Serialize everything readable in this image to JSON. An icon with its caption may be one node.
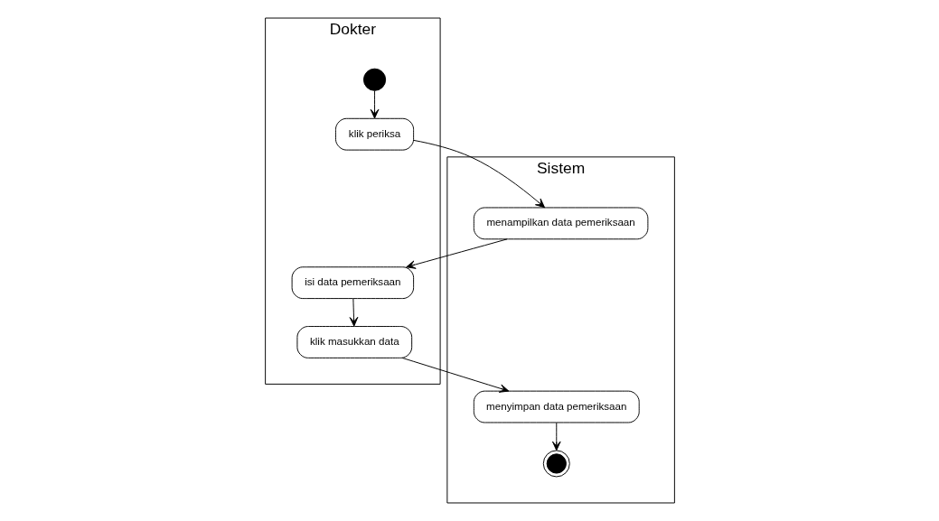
{
  "diagram": {
    "nodes": [
      {
        "text": [
          "Dokter"
        ]
      },
      {
        "text": [],
        "shape": "circle",
        "in": 0
      },
      {
        "text": [
          "klik periksa"
        ],
        "in": 0
      },
      {
        "text": [
          "isi data pemeriksaan"
        ],
        "in": 0
      },
      {
        "text": [
          "klik masukkan data"
        ],
        "in": 0
      },
      {
        "text": [
          "Sistem"
        ]
      },
      {
        "text": [
          "menampilkan data pemeriksaan"
        ],
        "in": 5
      },
      {
        "text": [
          "menyimpan data pemeriksaan"
        ],
        "in": 5
      },
      {
        "text": [],
        "shape": "bullseye",
        "in": 5
      }
    ],
    "edges": [
      {
        "from": 1,
        "to": 2,
        "arrow": "to"
      },
      {
        "from": 2,
        "to": 6,
        "arrow": "to"
      },
      {
        "from": 6,
        "to": 3,
        "arrow": "to"
      },
      {
        "from": 3,
        "to": 4,
        "arrow": "to"
      },
      {
        "from": 4,
        "to": 7,
        "arrow": "to"
      },
      {
        "from": 7,
        "to": 8,
        "arrow": "to"
      }
    ]
  }
}
